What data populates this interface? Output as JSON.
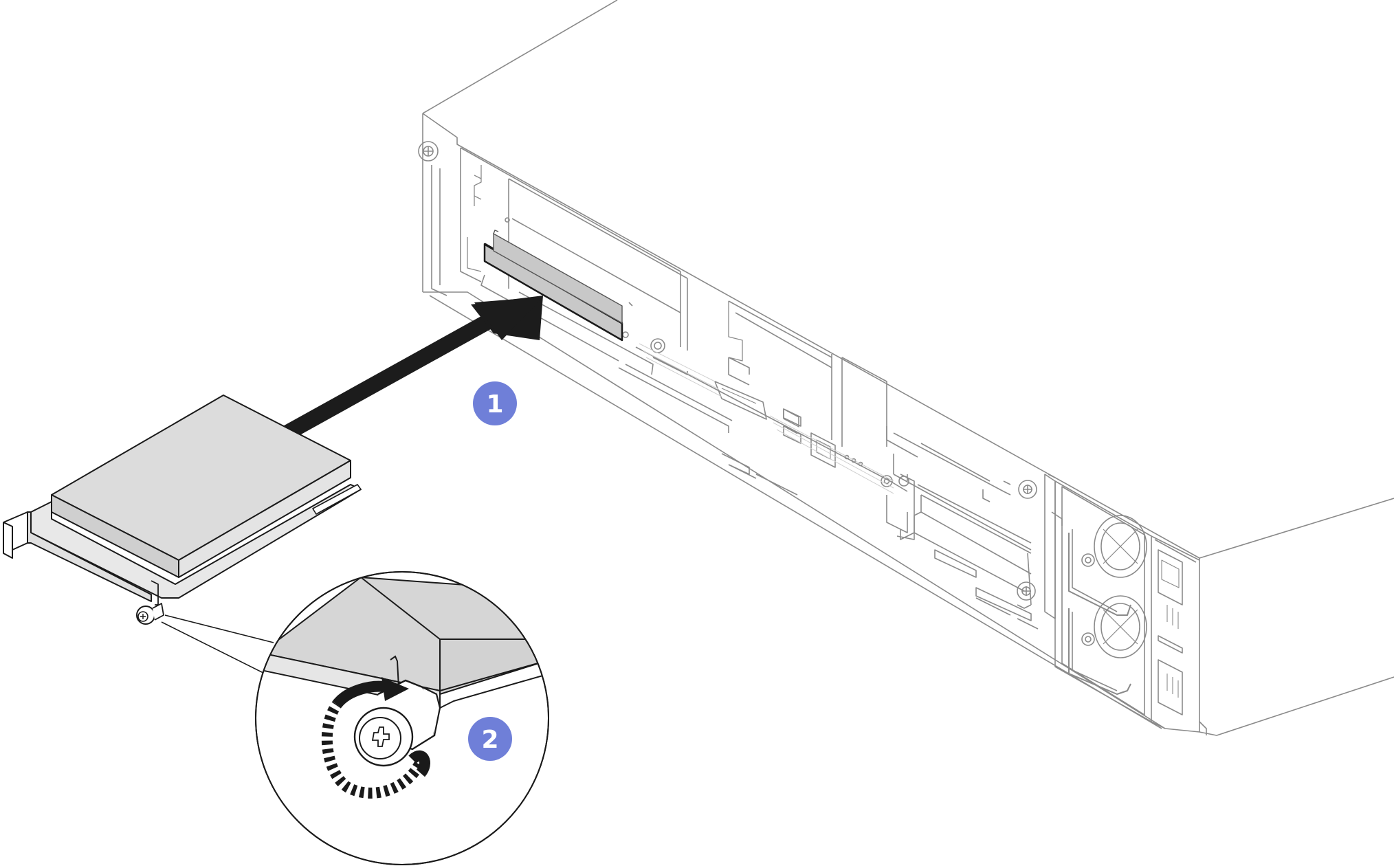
{
  "diagram": {
    "callouts": [
      {
        "label": "1",
        "meaning": "push"
      },
      {
        "label": "2",
        "meaning": "tighten"
      }
    ],
    "colors": {
      "line": "#7a7a7a",
      "dark_line": "#1a1a1a",
      "card_fill": "#dcdcdc",
      "card_top": "#d6d6d6",
      "slot_fill": "#c8c8c8",
      "arrow": "#1c1c1c",
      "callout": "#6f7fd8",
      "background": "#ffffff"
    },
    "icons": [
      "arrow-icon",
      "thumbscrew-icon",
      "rotation-arrow-icon",
      "fan-icon",
      "screw-icon"
    ]
  }
}
